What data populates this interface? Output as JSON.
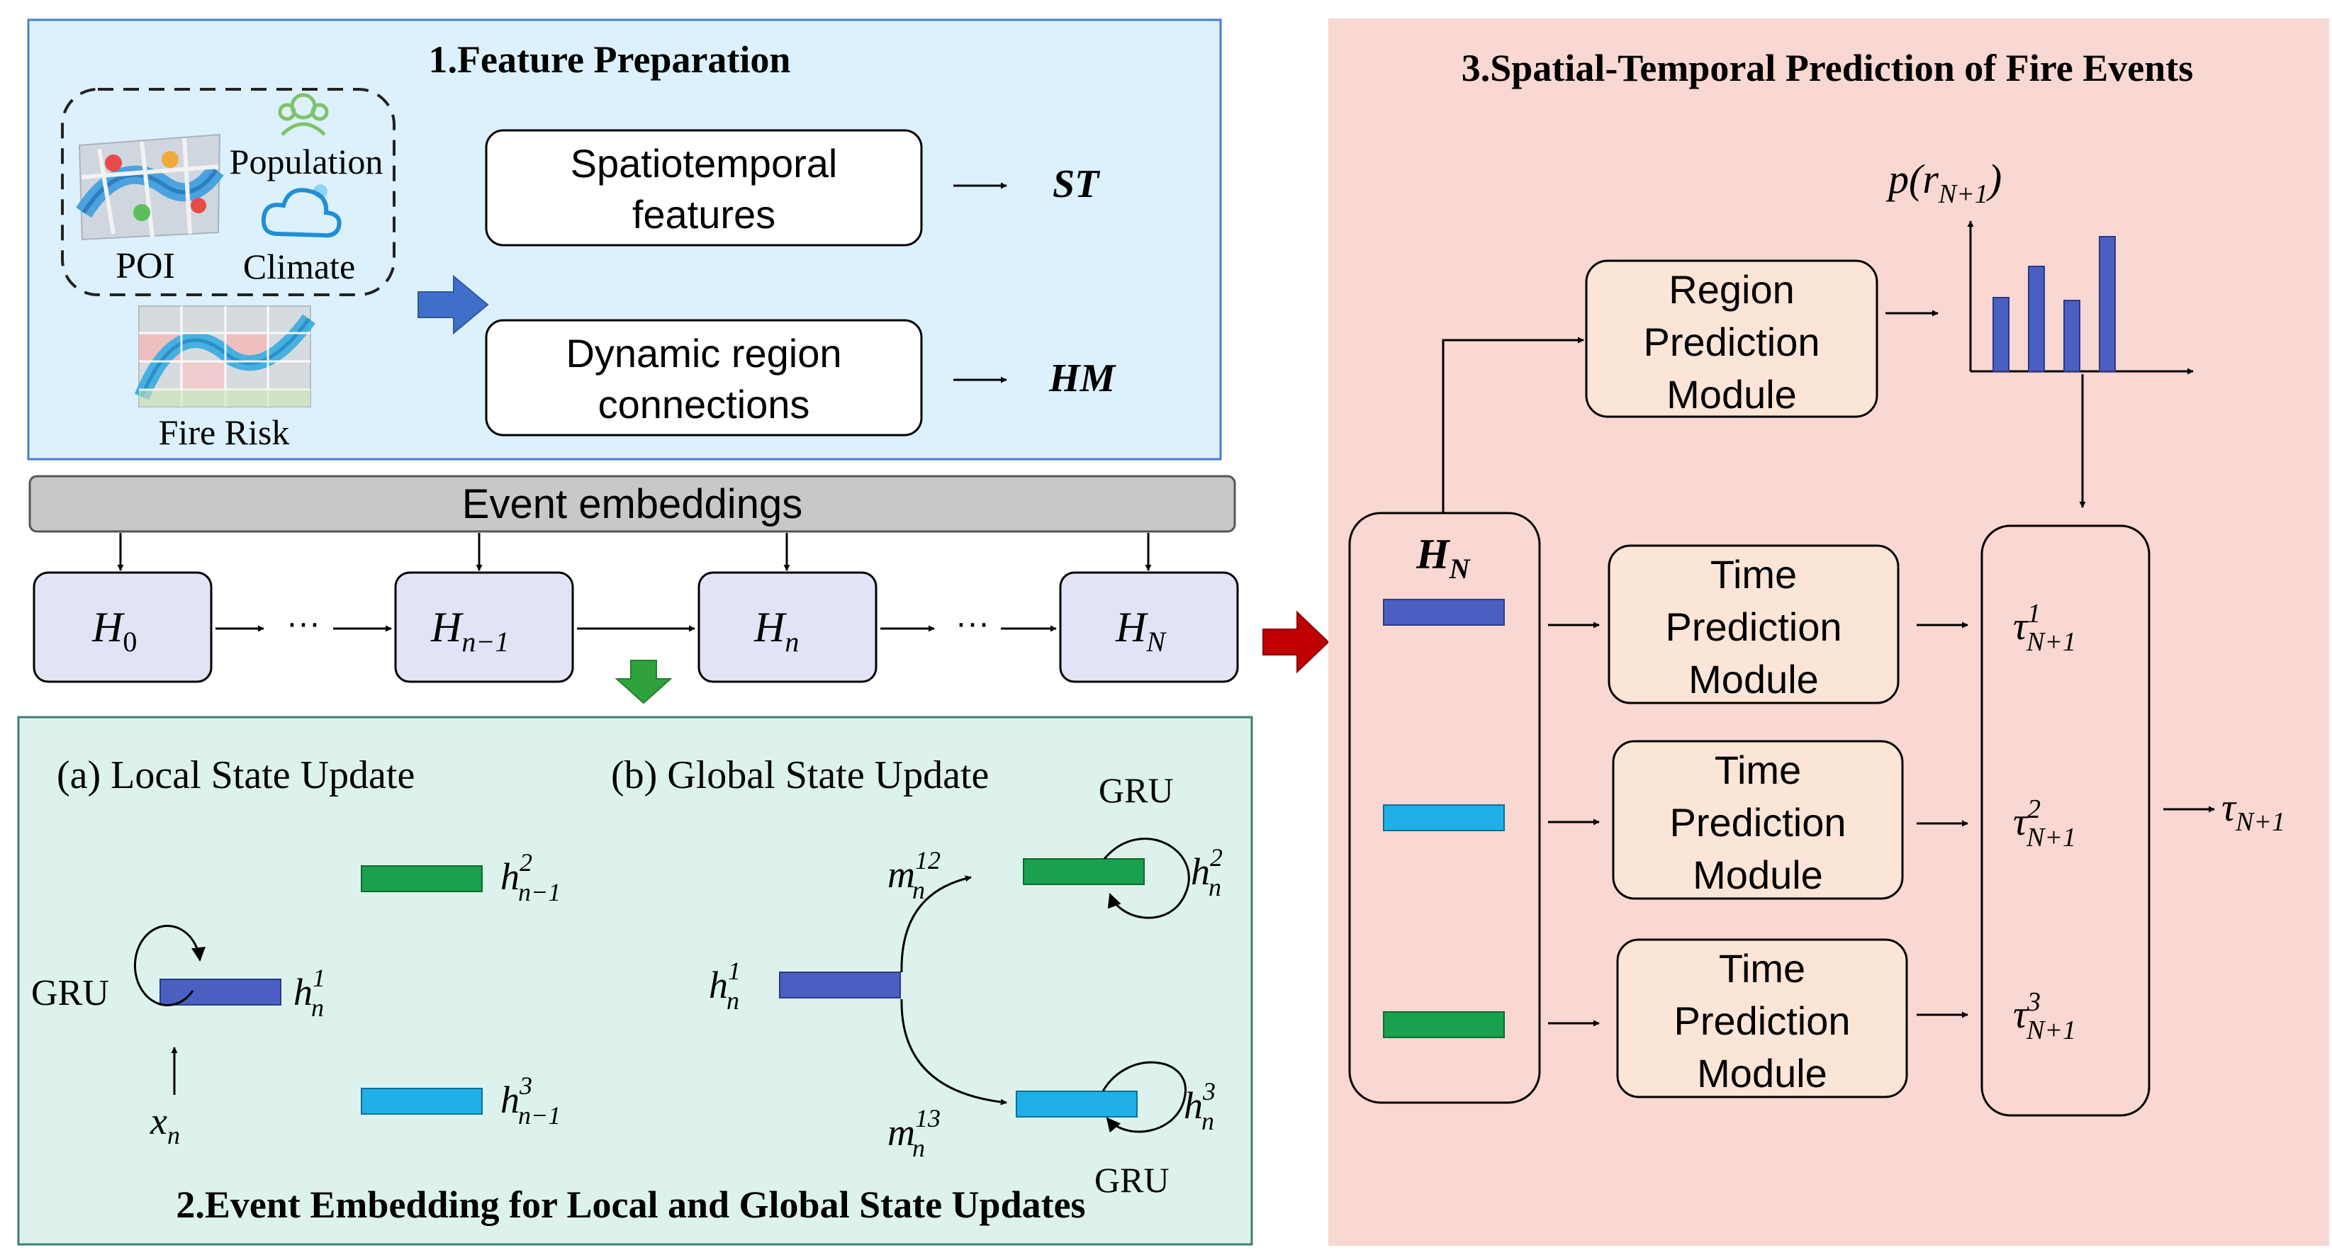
{
  "section1": {
    "title": "1.Feature Preparation",
    "labels": {
      "population": "Population",
      "poi": "POI",
      "climate": "Climate",
      "fire_risk": "Fire Risk"
    },
    "st_box": {
      "line1": "Spatiotemporal",
      "line2": "features",
      "symbol": "ST"
    },
    "hm_box": {
      "line1": "Dynamic region",
      "line2": "connections",
      "symbol": "HM"
    }
  },
  "event_embeddings": {
    "label": "Event embeddings"
  },
  "states": {
    "ellipsis": "···",
    "h0": {
      "base": "H",
      "sub": "0"
    },
    "hn1": {
      "base": "H",
      "sub": "n−1"
    },
    "hn": {
      "base": "H",
      "sub": "n"
    },
    "hN": {
      "base": "H",
      "sub": "N"
    }
  },
  "section2": {
    "title": "2.Event Embedding for Local and Global State Updates",
    "local_title": "(a) Local State Update",
    "global_title": "(b) Global State Update",
    "gru": "GRU",
    "local": {
      "h2": {
        "base": "h",
        "sup": "2",
        "sub": "n−1"
      },
      "h1": {
        "base": "h",
        "sup": "1",
        "sub": "n"
      },
      "h3": {
        "base": "h",
        "sup": "3",
        "sub": "n−1"
      },
      "x": {
        "base": "x",
        "sub": "n"
      }
    },
    "global": {
      "h1": {
        "base": "h",
        "sup": "1",
        "sub": "n"
      },
      "m12": {
        "base": "m",
        "sup": "12",
        "sub": "n"
      },
      "m13": {
        "base": "m",
        "sup": "13",
        "sub": "n"
      },
      "h2": {
        "base": "h",
        "sup": "2",
        "sub": "n"
      },
      "h3": {
        "base": "h",
        "sup": "3",
        "sub": "n"
      }
    }
  },
  "section3": {
    "title": "3.Spatial-Temporal Prediction of Fire Events",
    "region_module": [
      "Region",
      "Prediction",
      "Module"
    ],
    "time_module": [
      "Time",
      "Prediction",
      "Module"
    ],
    "prob": {
      "text": "p(r",
      "sub": "N+1",
      "close": ")"
    },
    "hN": {
      "base": "H",
      "sub": "N"
    },
    "tau1": {
      "base": "τ",
      "sup": "1",
      "sub": "N+1"
    },
    "tau2": {
      "base": "τ",
      "sup": "2",
      "sub": "N+1"
    },
    "tau3": {
      "base": "τ",
      "sup": "3",
      "sub": "N+1"
    },
    "tau_out": {
      "base": "τ",
      "sub": "N+1"
    }
  },
  "chart_data": {
    "type": "bar",
    "values": [
      0.52,
      0.74,
      0.5,
      0.95
    ],
    "color": "#4a5fc1"
  },
  "colors": {
    "panel1_bg": "#dcf1fb",
    "panel1_border": "#4b7bd2",
    "panel2_bg": "#ddf2ec",
    "panel2_border": "#3c7f76",
    "panel3_bg": "#f9d7d3",
    "state_box": "#e2e4f5",
    "module_box": "#fbe5d6",
    "event_bar": "#c8c8c8",
    "blue_arrow": "#3f6fc9",
    "green_arrow": "#2ea33c",
    "red_arrow": "#c00000",
    "bar_blue": "#4a5fc1",
    "bar_cyan": "#1fb0e8",
    "bar_green": "#1aa14e"
  }
}
